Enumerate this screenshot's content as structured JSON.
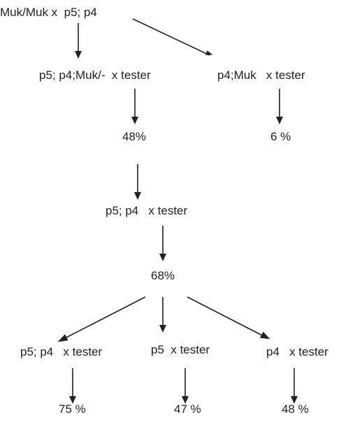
{
  "nodes": {
    "cross_parent": "Muk/Muk x  p5; p4",
    "cross_left": "p5; p4;Muk/-  x tester",
    "cross_right": "p4;Muk   x tester",
    "pct_left": "48%",
    "pct_right": "6 %",
    "cross_p5p4": "p5; p4   x tester",
    "pct_p5p4": "68%",
    "cross_bottom_left": "p5; p4   x tester",
    "cross_bottom_mid": "p5  x tester",
    "cross_bottom_right": "p4   x tester",
    "pct_bottom_left": "75 %",
    "pct_bottom_mid": "47 %",
    "pct_bottom_right": "48 %"
  },
  "colors": {
    "text": "#1f1f1f",
    "arrow": "#222222"
  }
}
